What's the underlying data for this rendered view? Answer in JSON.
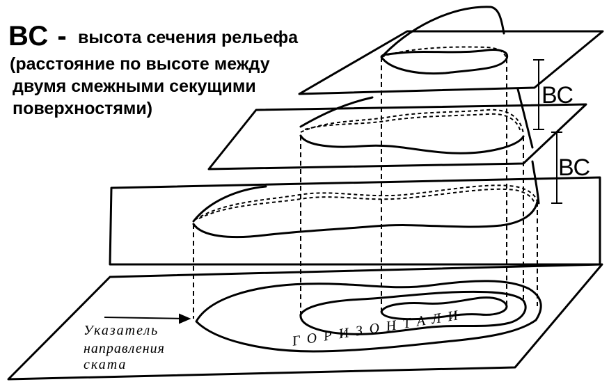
{
  "title": {
    "abbr": "ВС -",
    "definition": "высота сечения рельефа",
    "line2": "(расстояние по высоте между",
    "line3": "двумя смежными секущими",
    "line4": "поверхностями)"
  },
  "labels": {
    "bc_upper": "ВС",
    "bc_lower": "ВС",
    "pointer_line1": "Указатель",
    "pointer_line2": "направления",
    "pointer_line3": "ската",
    "contours": "ГОРИЗОНТАЛИ"
  },
  "colors": {
    "ink": "#000000",
    "background": "#ffffff"
  }
}
